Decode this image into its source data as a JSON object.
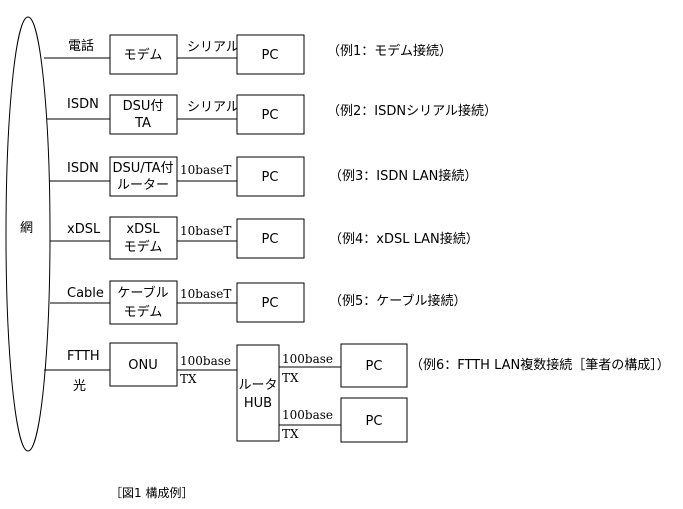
{
  "network_label": "網",
  "caption": "［図1 構成例］",
  "pc_label": "PC",
  "rows": [
    {
      "line_label": "電話",
      "device_lines": [
        "モデム"
      ],
      "link_label": "シリアル",
      "example": "（例1：モデム接続）"
    },
    {
      "line_label": "ISDN",
      "device_lines": [
        "DSU付",
        "TA"
      ],
      "link_label": "シリアル",
      "example": "（例2：ISDNシリアル接続）"
    },
    {
      "line_label": "ISDN",
      "device_lines": [
        "DSU/TA付",
        "ルーター"
      ],
      "link_label": "10baseT",
      "example": "（例3：ISDN LAN接続）"
    },
    {
      "line_label": "xDSL",
      "device_lines": [
        "xDSL",
        "モデム"
      ],
      "link_label": "10baseT",
      "example": "（例4：xDSL LAN接続）"
    },
    {
      "line_label": "Cable",
      "device_lines": [
        "ケーブル",
        "モデム"
      ],
      "link_label": "10baseT",
      "example": "（例5：ケーブル接続）"
    }
  ],
  "ftth": {
    "line_label": "FTTH",
    "line_sublabel": "光",
    "device": "ONU",
    "link_label_1": "100base",
    "link_label_2": "TX",
    "hub_lines": [
      "ルータ",
      "HUB"
    ],
    "pc1_link_1": "100base",
    "pc1_link_2": "TX",
    "pc2_link_1": "100base",
    "pc2_link_2": "TX",
    "example": "（例6：FTTH LAN複数接続［筆者の構成］）"
  }
}
